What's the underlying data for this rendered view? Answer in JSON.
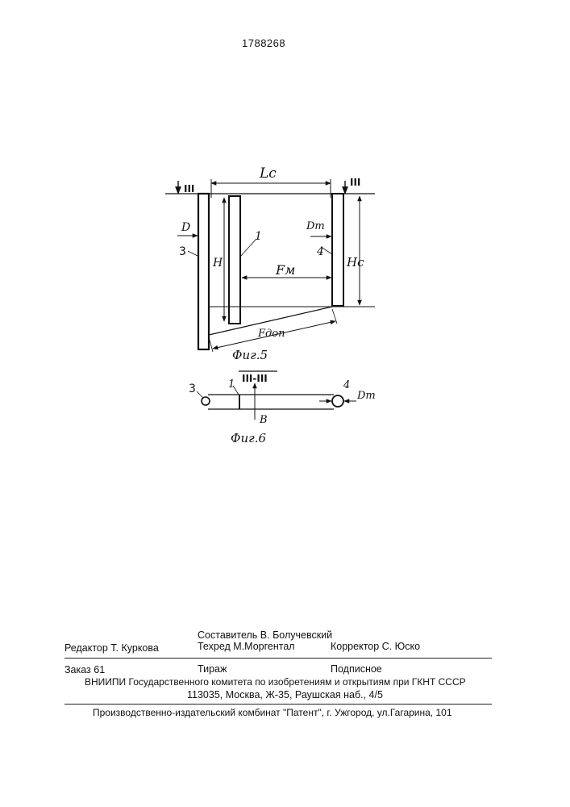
{
  "document": {
    "patent_number": "1788268"
  },
  "figure5": {
    "caption": "Фиг.5",
    "section_mark": "III",
    "labels": {
      "L_c": "Lc",
      "D": "D",
      "D_t": "Dт",
      "H": "H",
      "H_c": "Hc",
      "F_M": "Fм",
      "F_dop": "Fдоп",
      "ref_1": "1",
      "ref_3": "3",
      "ref_4": "4"
    }
  },
  "figure6": {
    "caption": "Фиг.6",
    "section_title": "III-III",
    "labels": {
      "ref_1": "1",
      "ref_3": "3",
      "ref_4": "4",
      "B": "B",
      "D_t": "Dт"
    }
  },
  "footer": {
    "compiler": "Составитель В. Болучевский",
    "editor": "Редактор  Т. Куркова",
    "techred": "Техред М.Моргентал",
    "corrector": "Корректор С. Юско",
    "order": "Заказ  61",
    "circulation": "Тираж",
    "subscription": "Подписное",
    "vniipi": "ВНИИПИ Государственного комитета по изобретениям и открытиям при ГКНТ СССР",
    "address": "113035, Москва, Ж-35, Раушская наб., 4/5",
    "publisher": "Производственно-издательский комбинат \"Патент\", г. Ужгород, ул.Гагарина, 101"
  }
}
